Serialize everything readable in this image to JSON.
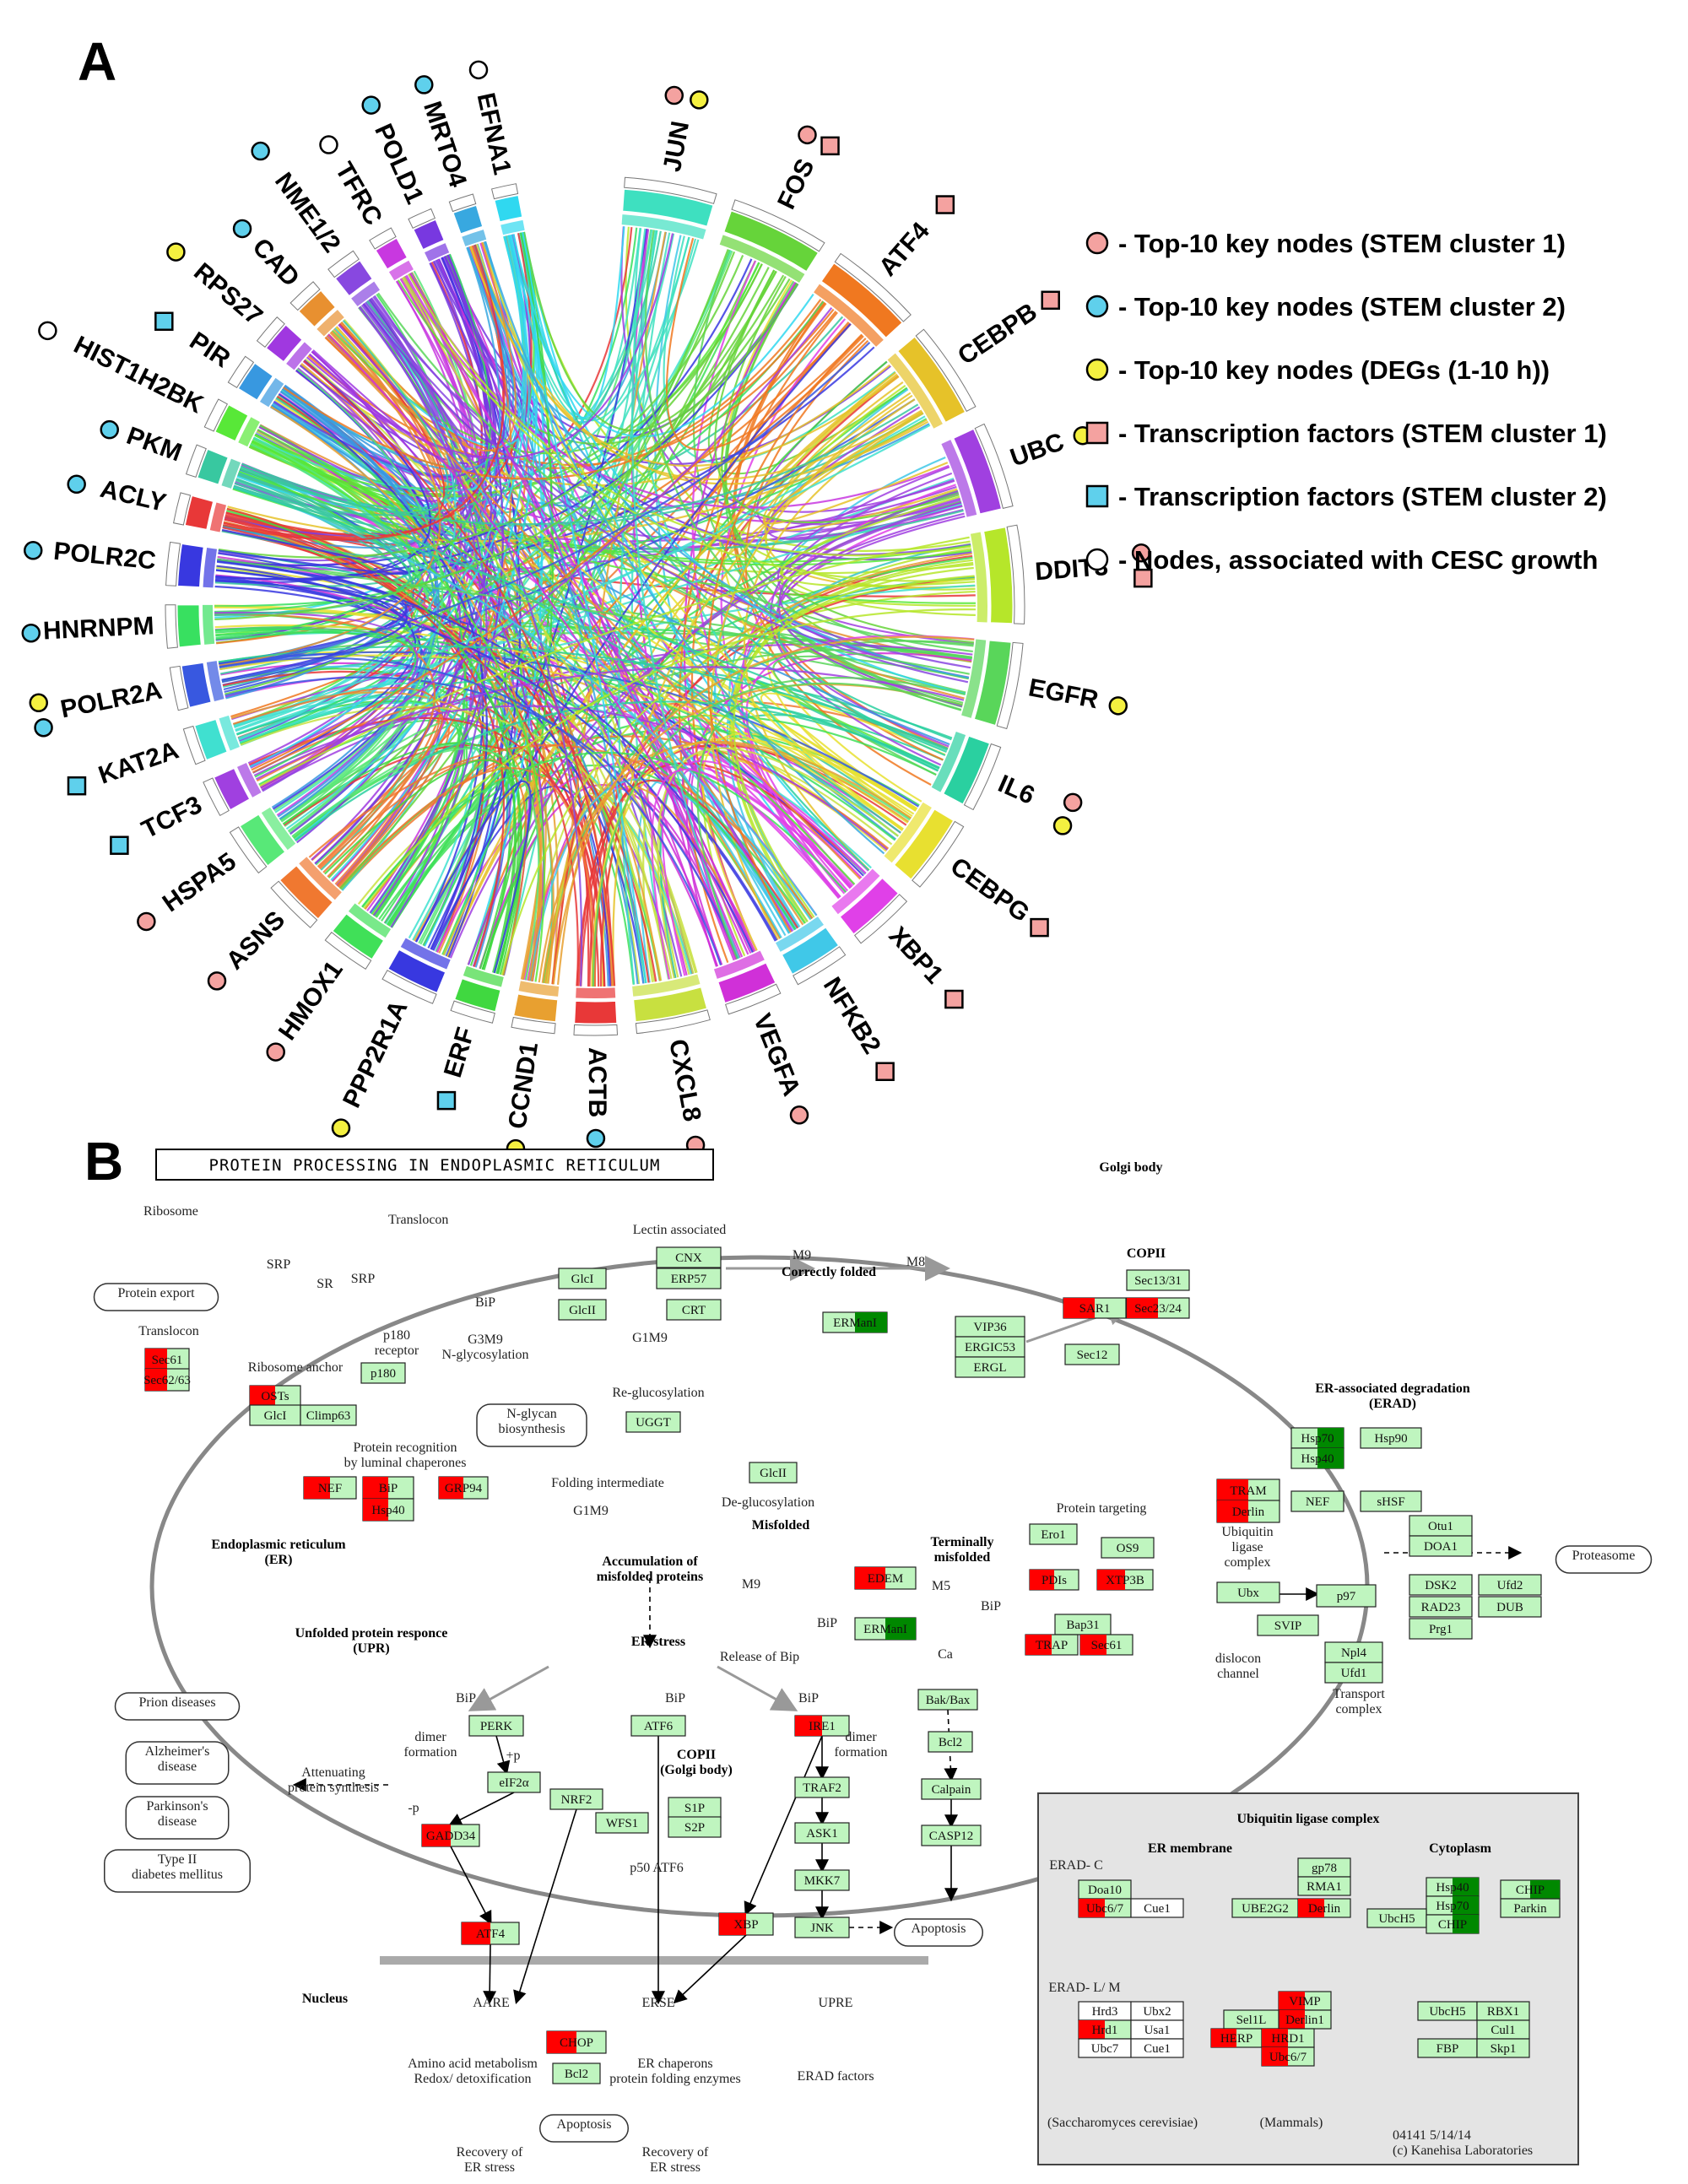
{
  "panel_a": {
    "label": "A",
    "genes": [
      {
        "name": "JUN",
        "color": "#3ee0c0",
        "markers": [
          "circle-red",
          "circle-yellow"
        ],
        "marker_side": "out"
      },
      {
        "name": "FOS",
        "color": "#66d43a",
        "markers": [
          "circle-red",
          "square-red"
        ]
      },
      {
        "name": "ATF4",
        "color": "#f07820",
        "markers": [
          "square-red"
        ]
      },
      {
        "name": "CEBPB",
        "color": "#e6c229",
        "markers": [
          "square-red"
        ]
      },
      {
        "name": "UBC",
        "color": "#a040e0",
        "markers": [
          "circle-yellow"
        ]
      },
      {
        "name": "DDIT3",
        "color": "#b6e62a",
        "markers": [
          "circle-red",
          "square-red"
        ]
      },
      {
        "name": "EGFR",
        "color": "#59d65a",
        "markers": [
          "circle-yellow"
        ]
      },
      {
        "name": "IL6",
        "color": "#2ad0a0",
        "markers": [
          "circle-red",
          "circle-yellow"
        ]
      },
      {
        "name": "CEBPG",
        "color": "#e8e030",
        "markers": [
          "square-red"
        ]
      },
      {
        "name": "XBP1",
        "color": "#e040e8",
        "markers": [
          "square-red"
        ]
      },
      {
        "name": "NFKB2",
        "color": "#40c8e8",
        "markers": [
          "square-red"
        ]
      },
      {
        "name": "VEGFA",
        "color": "#d030d8",
        "markers": [
          "circle-red"
        ]
      },
      {
        "name": "CXCL8",
        "color": "#c8e040",
        "markers": [
          "circle-red"
        ]
      },
      {
        "name": "ACTB",
        "color": "#e83838",
        "markers": [
          "circle-blue"
        ]
      },
      {
        "name": "CCND1",
        "color": "#e8a030",
        "markers": [
          "circle-yellow"
        ]
      },
      {
        "name": "ERF",
        "color": "#40d840",
        "markers": [
          "square-blue"
        ]
      },
      {
        "name": "PPP2R1A",
        "color": "#3838e0",
        "markers": [
          "circle-yellow"
        ]
      },
      {
        "name": "HMOX1",
        "color": "#40e058",
        "markers": [
          "circle-red"
        ]
      },
      {
        "name": "ASNS",
        "color": "#f07830",
        "markers": [
          "circle-red"
        ]
      },
      {
        "name": "HSPA5",
        "color": "#58e878",
        "markers": [
          "circle-red"
        ]
      },
      {
        "name": "TCF3",
        "color": "#a040e0",
        "markers": [
          "square-blue"
        ]
      },
      {
        "name": "KAT2A",
        "color": "#40e0d0",
        "markers": [
          "square-blue"
        ]
      },
      {
        "name": "POLR2A",
        "color": "#3858e0",
        "markers": [
          "circle-blue",
          "circle-yellow"
        ]
      },
      {
        "name": "HNRNPM",
        "color": "#38e060",
        "markers": [
          "circle-blue"
        ]
      },
      {
        "name": "POLR2C",
        "color": "#3838e0",
        "markers": [
          "circle-blue"
        ]
      },
      {
        "name": "ACLY",
        "color": "#e83838",
        "markers": [
          "circle-blue"
        ]
      },
      {
        "name": "PKM",
        "color": "#38c8a0",
        "markers": [
          "circle-blue"
        ]
      },
      {
        "name": "HIST1H2BK",
        "color": "#58e838",
        "markers": [
          "circle-white"
        ]
      },
      {
        "name": "PIR",
        "color": "#3898e0",
        "markers": [
          "square-blue"
        ]
      },
      {
        "name": "RPS27",
        "color": "#a038e0",
        "markers": [
          "circle-yellow"
        ]
      },
      {
        "name": "CAD",
        "color": "#e89030",
        "markers": [
          "circle-blue"
        ]
      },
      {
        "name": "NME1/2",
        "color": "#8848e0",
        "markers": [
          "circle-blue"
        ]
      },
      {
        "name": "TFRC",
        "color": "#c838e0",
        "markers": [
          "circle-white"
        ]
      },
      {
        "name": "POLD1",
        "color": "#7838e0",
        "markers": [
          "circle-blue"
        ]
      },
      {
        "name": "MRTO4",
        "color": "#38a8e0",
        "markers": [
          "circle-blue"
        ]
      },
      {
        "name": "EFNA1",
        "color": "#30d8f0",
        "markers": [
          "circle-white"
        ]
      }
    ],
    "legend": [
      {
        "marker": "circle-red",
        "text": "- Top-10 key nodes (STEM cluster 1)"
      },
      {
        "marker": "circle-blue",
        "text": "- Top-10 key nodes (STEM cluster 2)"
      },
      {
        "marker": "circle-yellow",
        "text": "- Top-10 key nodes (DEGs (1-10 h))"
      },
      {
        "marker": "square-red",
        "text": "- Transcription factors (STEM cluster 1)"
      },
      {
        "marker": "square-blue",
        "text": "- Transcription factors (STEM cluster 2)"
      },
      {
        "marker": "circle-white",
        "text": "- Nodes, associated with CESC growth"
      }
    ],
    "marker_colors": {
      "red": "#f4a2a0",
      "blue": "#5fd0ec",
      "yellow": "#f4f040",
      "white": "#ffffff"
    }
  },
  "panel_b": {
    "label": "B",
    "title": "PROTEIN PROCESSING IN ENDOPLASMIC RETICULUM",
    "colors": {
      "green": "#bff5bf",
      "red": "#ff0000",
      "dark_green": "#008800",
      "gray": "#888888"
    },
    "nodes": [
      {
        "id": "cnx",
        "text": "CNX",
        "fill": "green"
      },
      {
        "id": "erp57",
        "text": "ERP57",
        "fill": "green"
      },
      {
        "id": "crt",
        "text": "CRT",
        "fill": "green"
      },
      {
        "id": "glci",
        "text": "GlcI",
        "fill": "green"
      },
      {
        "id": "glcii",
        "text": "GlcII",
        "fill": "green"
      },
      {
        "id": "ermani",
        "text": "ERManI",
        "fill": "green-dark"
      },
      {
        "id": "vip36",
        "text": "VIP36",
        "fill": "green"
      },
      {
        "id": "ergic53",
        "text": "ERGIC53",
        "fill": "green"
      },
      {
        "id": "ergl",
        "text": "ERGL",
        "fill": "green"
      },
      {
        "id": "sec1331",
        "text": "Sec13/31",
        "fill": "green"
      },
      {
        "id": "sar1",
        "text": "SAR1",
        "fill": "red-green"
      },
      {
        "id": "sec2324",
        "text": "Sec23/24",
        "fill": "red-green"
      },
      {
        "id": "sec12",
        "text": "Sec12",
        "fill": "green"
      },
      {
        "id": "sec61a",
        "text": "Sec61",
        "fill": "red-green"
      },
      {
        "id": "sec6263",
        "text": "Sec62/63",
        "fill": "red-green"
      },
      {
        "id": "p180",
        "text": "p180",
        "fill": "green"
      },
      {
        "id": "osts",
        "text": "OSTs",
        "fill": "red-green"
      },
      {
        "id": "glci2",
        "text": "GlcI",
        "fill": "green"
      },
      {
        "id": "climp63",
        "text": "Climp63",
        "fill": "green"
      },
      {
        "id": "uggt",
        "text": "UGGT",
        "fill": "green"
      },
      {
        "id": "glcii2",
        "text": "GlcII",
        "fill": "green"
      },
      {
        "id": "nef",
        "text": "NEF",
        "fill": "red-green"
      },
      {
        "id": "bip",
        "text": "BiP",
        "fill": "red-green"
      },
      {
        "id": "grp94",
        "text": "GRP94",
        "fill": "red-green"
      },
      {
        "id": "hsp40a",
        "text": "Hsp40",
        "fill": "red-green"
      },
      {
        "id": "edem",
        "text": "EDEM",
        "fill": "red-green"
      },
      {
        "id": "ermani2",
        "text": "ERManI",
        "fill": "green-dark"
      },
      {
        "id": "ero1",
        "text": "Ero1",
        "fill": "green"
      },
      {
        "id": "pdis",
        "text": "PDIs",
        "fill": "red-green"
      },
      {
        "id": "os9",
        "text": "OS9",
        "fill": "green"
      },
      {
        "id": "xtp3b",
        "text": "XTP3B",
        "fill": "red-green"
      },
      {
        "id": "bap31",
        "text": "Bap31",
        "fill": "green"
      },
      {
        "id": "trap",
        "text": "TRAP",
        "fill": "red-green"
      },
      {
        "id": "sec61b",
        "text": "Sec61",
        "fill": "red-green"
      },
      {
        "id": "hsp70a",
        "text": "Hsp70",
        "fill": "green-dark"
      },
      {
        "id": "hsp40b",
        "text": "Hsp40",
        "fill": "green-dark"
      },
      {
        "id": "hsp90",
        "text": "Hsp90",
        "fill": "green"
      },
      {
        "id": "tram",
        "text": "TRAM",
        "fill": "red-green"
      },
      {
        "id": "derlin",
        "text": "Derlin",
        "fill": "red-green"
      },
      {
        "id": "nef2",
        "text": "NEF",
        "fill": "green"
      },
      {
        "id": "shsf",
        "text": "sHSF",
        "fill": "green"
      },
      {
        "id": "otu1",
        "text": "Otu1",
        "fill": "green"
      },
      {
        "id": "doa1",
        "text": "DOA1",
        "fill": "green"
      },
      {
        "id": "ubx",
        "text": "Ubx",
        "fill": "green"
      },
      {
        "id": "p97",
        "text": "p97",
        "fill": "green"
      },
      {
        "id": "svip",
        "text": "SVIP",
        "fill": "green"
      },
      {
        "id": "npl4",
        "text": "Npl4",
        "fill": "green"
      },
      {
        "id": "ufd1",
        "text": "Ufd1",
        "fill": "green"
      },
      {
        "id": "dsk2",
        "text": "DSK2",
        "fill": "green"
      },
      {
        "id": "ufd2",
        "text": "Ufd2",
        "fill": "green"
      },
      {
        "id": "rad23",
        "text": "RAD23",
        "fill": "green"
      },
      {
        "id": "dub",
        "text": "DUB",
        "fill": "green"
      },
      {
        "id": "prg1",
        "text": "Prg1",
        "fill": "green"
      },
      {
        "id": "perk",
        "text": "PERK",
        "fill": "green"
      },
      {
        "id": "atf6",
        "text": "ATF6",
        "fill": "green"
      },
      {
        "id": "ire1",
        "text": "IRE1",
        "fill": "red-green"
      },
      {
        "id": "bakbax",
        "text": "Bak/Bax",
        "fill": "green"
      },
      {
        "id": "bcl2a",
        "text": "Bcl2",
        "fill": "green"
      },
      {
        "id": "eif2a",
        "text": "eIF2α",
        "fill": "green"
      },
      {
        "id": "nrf2",
        "text": "NRF2",
        "fill": "green"
      },
      {
        "id": "gadd34",
        "text": "GADD34",
        "fill": "red-green"
      },
      {
        "id": "atf4",
        "text": "ATF4",
        "fill": "red-green"
      },
      {
        "id": "wfs1",
        "text": "WFS1",
        "fill": "green"
      },
      {
        "id": "s1p",
        "text": "S1P",
        "fill": "green"
      },
      {
        "id": "s2p",
        "text": "S2P",
        "fill": "green"
      },
      {
        "id": "traf2",
        "text": "TRAF2",
        "fill": "green"
      },
      {
        "id": "ask1",
        "text": "ASK1",
        "fill": "green"
      },
      {
        "id": "mkk7",
        "text": "MKK7",
        "fill": "green"
      },
      {
        "id": "jnk",
        "text": "JNK",
        "fill": "green"
      },
      {
        "id": "xbp",
        "text": "XBP",
        "fill": "red-green"
      },
      {
        "id": "calpain",
        "text": "Calpain",
        "fill": "green"
      },
      {
        "id": "casp12",
        "text": "CASP12",
        "fill": "green"
      },
      {
        "id": "chop",
        "text": "CHOP",
        "fill": "red-green"
      },
      {
        "id": "bcl2b",
        "text": "Bcl2",
        "fill": "green"
      }
    ],
    "labels": {
      "ribosome": "Ribosome",
      "translocon": "Translocon",
      "srp": "SRP",
      "sr": "SR",
      "srp2": "SRP",
      "p180_receptor": "p180\nreceptor",
      "bip1": "BiP",
      "g3m9": "G3M9\nN-glycosylation",
      "lectin": "Lectin associated",
      "correctly_folded": "Correctly folded",
      "m9": "M9",
      "m8": "M8",
      "golgi_body": "Golgi body",
      "copii": "COPII",
      "protein_export": "Protein export",
      "translocon2": "Translocon",
      "ribosome_anchor": "Ribosome anchor",
      "n_glycan": "N-glycan\nbiosynthesis",
      "re_glucosylation": "Re-glucosylation",
      "g1m9": "G1M9",
      "protein_recognition": "Protein recognition\nby luminal chaperones",
      "folding_intermediate": "Folding intermediate",
      "de_glucosylation": "De-glucosylation",
      "g1m9b": "G1M9",
      "er": "Endoplasmic reticulum\n(ER)",
      "accumulation": "Accumulation of\nmisfolded proteins",
      "misfolded": "Misfolded",
      "m9b": "M9",
      "m5": "M5",
      "bip2": "BiP",
      "terminally": "Terminally\nmisfolded",
      "protein_targeting": "Protein targeting",
      "bip3": "BiP",
      "ca": "Ca",
      "erad": "ER-associated degradation\n(ERAD)",
      "ubiquitin_ligase": "Ubiquitin\nligase\ncomplex",
      "proteasome": "Proteasome",
      "dislocon": "dislocon\nchannel",
      "transport_complex": "Transport\ncomplex",
      "upr": "Unfolded protein responce\n(UPR)",
      "er_stress": "ER stress",
      "release_bip": "Release of Bip",
      "bip4": "BiP",
      "bip5": "BiP",
      "bip6": "BiP",
      "dimer1": "dimer\nformation",
      "p1": "+p",
      "dimer2": "dimer\nformation",
      "attenuating": "Attenuating\nprotein synthesis",
      "p2": "-p",
      "copii2": "COPII\n(Golgi body)",
      "p50": "p50 ATF6",
      "apoptosis1": "Apoptosis",
      "nucleus": "Nucleus",
      "aare": "AARE",
      "erse": "ERSE",
      "upre": "UPRE",
      "amino": "Amino acid  metabolism\nRedox/ detoxification",
      "er_chaperones": "ER chaperons\nprotein folding enzymes",
      "erad_factors": "ERAD factors",
      "apoptosis2": "Apoptosis",
      "recovery1": "Recovery of\nER stress",
      "recovery2": "Recovery of\nER stress",
      "prion": "Prion diseases",
      "alzheimer": "Alzheimer's\ndisease",
      "parkinson": "Parkinson's\ndisease",
      "type2": "Type II\ndiabetes mellitus",
      "footer": "04141 5/14/14\n(c) Kanehisa Laboratories"
    },
    "ubiquitin_box": {
      "title": "Ubiquitin ligase complex",
      "er_membrane": "ER membrane",
      "cytoplasm": "Cytoplasm",
      "erad_c": "ERAD- C",
      "erad_lm": "ERAD- L/ M",
      "saccharomyces": "(Saccharomyces cerevisiae)",
      "mammals": "(Mammals)",
      "nodes": [
        {
          "text": "Doa10",
          "fill": "green"
        },
        {
          "text": "Ubc6/7",
          "fill": "red-green"
        },
        {
          "text": "Cue1",
          "fill": "white"
        },
        {
          "text": "gp78",
          "fill": "green"
        },
        {
          "text": "RMA1",
          "fill": "green"
        },
        {
          "text": "UBE2G2",
          "fill": "green"
        },
        {
          "text": "Derlin",
          "fill": "red-green"
        },
        {
          "text": "Hsp40",
          "fill": "green-dark"
        },
        {
          "text": "Hsp70",
          "fill": "green-dark"
        },
        {
          "text": "UbcH5",
          "fill": "green"
        },
        {
          "text": "CHIP",
          "fill": "green-dark"
        },
        {
          "text": "CHIP",
          "fill": "green-dark"
        },
        {
          "text": "Parkin",
          "fill": "green"
        },
        {
          "text": "Hrd3",
          "fill": "white"
        },
        {
          "text": "Ubx2",
          "fill": "white"
        },
        {
          "text": "Hrd1",
          "fill": "red-green"
        },
        {
          "text": "Usa1",
          "fill": "white"
        },
        {
          "text": "Ubc7",
          "fill": "white"
        },
        {
          "text": "Cue1",
          "fill": "white"
        },
        {
          "text": "VIMP",
          "fill": "red-green"
        },
        {
          "text": "Derlin1",
          "fill": "red-green"
        },
        {
          "text": "Sel1L",
          "fill": "green"
        },
        {
          "text": "HERP",
          "fill": "red-green"
        },
        {
          "text": "HRD1",
          "fill": "red-green"
        },
        {
          "text": "Ubc6/7",
          "fill": "red-green"
        },
        {
          "text": "UbcH5",
          "fill": "green"
        },
        {
          "text": "RBX1",
          "fill": "green"
        },
        {
          "text": "Cul1",
          "fill": "green"
        },
        {
          "text": "FBP",
          "fill": "green"
        },
        {
          "text": "Skp1",
          "fill": "green"
        }
      ]
    }
  }
}
